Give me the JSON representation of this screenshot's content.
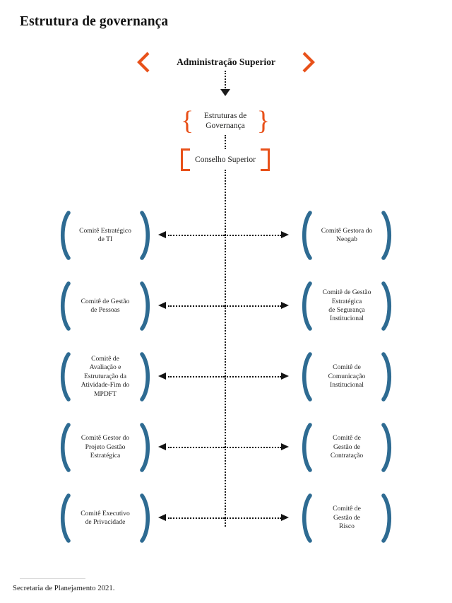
{
  "page": {
    "title": "Estrutura de governança",
    "background_color": "#ffffff",
    "accent_orange": "#e8511a",
    "accent_blue": "#2e6b92",
    "line_color": "#141414"
  },
  "hierarchy": {
    "top_node": {
      "label": "Administração Superior",
      "bracket_style": "angle",
      "bracket_color": "#e8511a",
      "left_icon": "angle-left-icon",
      "right_icon": "angle-right-icon"
    },
    "second_node": {
      "label": "Estruturas de Governança",
      "label_lines": [
        "Estruturas de",
        "Governança"
      ],
      "bracket_style": "curly",
      "bracket_color": "#e8511a",
      "left_glyph": "{",
      "right_glyph": "}"
    },
    "third_node": {
      "label": "Conselho Superior",
      "bracket_style": "square",
      "bracket_color": "#e8511a"
    }
  },
  "committee_rows": [
    {
      "left": {
        "label": "Comitê Estratégico de TI",
        "label_lines": [
          "Comitê Estratégico",
          "de TI"
        ],
        "bracket_style": "parenthesis",
        "bracket_color": "#2e6b92"
      },
      "right": {
        "label": "Comitê Gestora do Neogab",
        "label_lines": [
          "Comitê Gestora do",
          "Neogab"
        ],
        "bracket_style": "parenthesis",
        "bracket_color": "#2e6b92"
      }
    },
    {
      "left": {
        "label": "Comitê de Gestão de Pessoas",
        "label_lines": [
          "Comitê de Gestão",
          "de Pessoas"
        ],
        "bracket_style": "parenthesis",
        "bracket_color": "#2e6b92"
      },
      "right": {
        "label": "Comitê de Gestão Estratégica de Segurança Institucional",
        "label_lines": [
          "Comitê de Gestão",
          "Estratégica",
          "de Segurança",
          "Institucional"
        ],
        "bracket_style": "parenthesis",
        "bracket_color": "#2e6b92"
      }
    },
    {
      "left": {
        "label": "Comitê de Avaliação e Estruturação da Atividade-Fim do MPDFT",
        "label_lines": [
          "Comitê de",
          "Avaliação e",
          "Estruturação da",
          "Atividade-Fim do",
          "MPDFT"
        ],
        "bracket_style": "parenthesis",
        "bracket_color": "#2e6b92"
      },
      "right": {
        "label": "Comitê de Comunicação Institucional",
        "label_lines": [
          "Comitê de",
          "Comunicação",
          "Institucional"
        ],
        "bracket_style": "parenthesis",
        "bracket_color": "#2e6b92"
      }
    },
    {
      "left": {
        "label": "Comitê Gestor do Projeto Gestão Estratégica",
        "label_lines": [
          "Comitê Gestor do",
          "Projeto Gestão",
          "Estratégica"
        ],
        "bracket_style": "parenthesis",
        "bracket_color": "#2e6b92"
      },
      "right": {
        "label": "Comitê de Gestão de Contratação",
        "label_lines": [
          "Comitê de",
          "Gestão de",
          "Contratação"
        ],
        "bracket_style": "parenthesis",
        "bracket_color": "#2e6b92"
      }
    },
    {
      "left": {
        "label": "Comitê Executivo de Privacidade",
        "label_lines": [
          "Comitê Executivo",
          "de Privacidade"
        ],
        "bracket_style": "parenthesis",
        "bracket_color": "#2e6b92"
      },
      "right": {
        "label": "Comitê de Gestão de Risco",
        "label_lines": [
          "Comitê de",
          "Gestão de",
          "Risco"
        ],
        "bracket_style": "parenthesis",
        "bracket_color": "#2e6b92"
      }
    }
  ],
  "connectors": {
    "vertical_style": "dotted",
    "horizontal_style": "dotted",
    "arrowhead": "solid-triangle"
  },
  "footer": {
    "note": "Secretaria de Planejamento 2021."
  }
}
